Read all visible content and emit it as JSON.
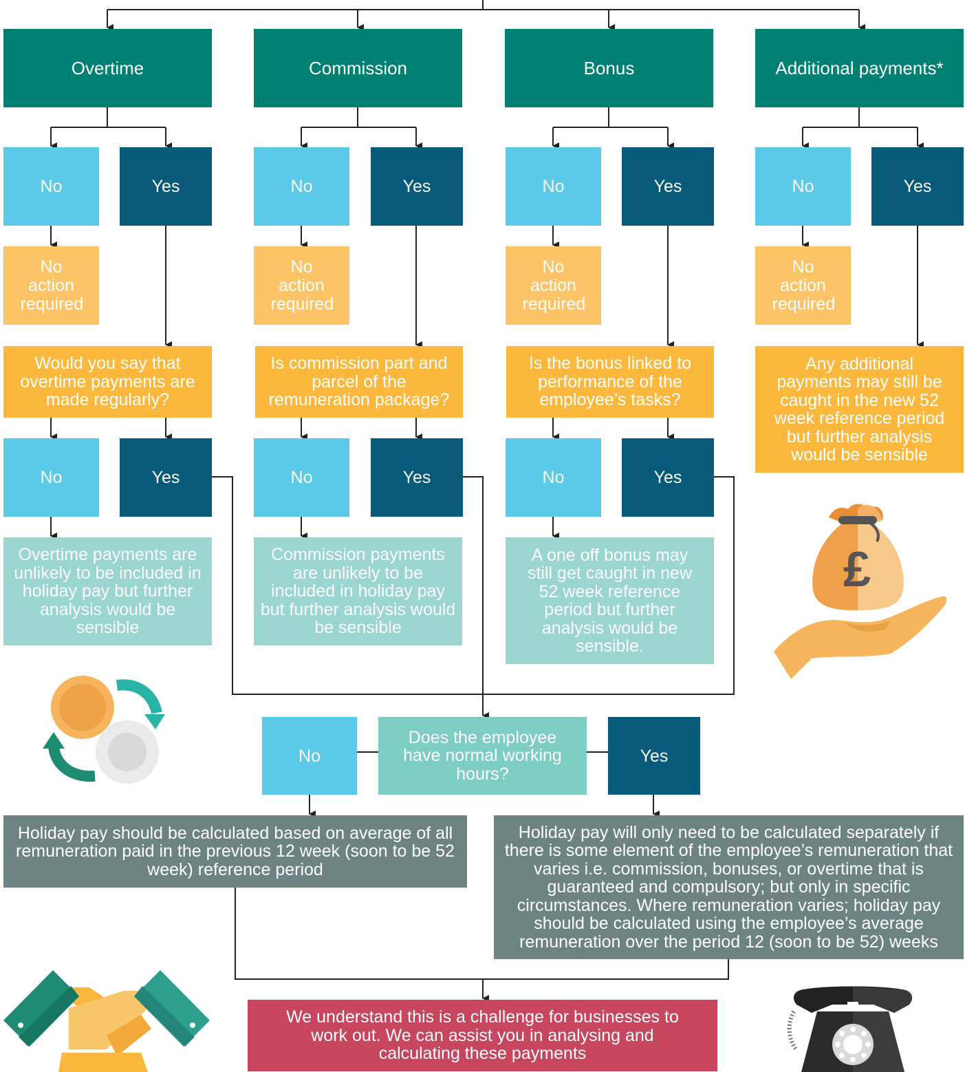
{
  "columns": [
    {
      "category": "Overtime",
      "no": "No",
      "yes": "Yes",
      "no_action": "No action required",
      "question": "Would you say that overtime payments are made regularly?",
      "q_no": "No",
      "q_yes": "Yes",
      "outcome": "Overtime payments are unlikely to be included in holiday pay but further analysis would be sensible"
    },
    {
      "category": "Commission",
      "no": "No",
      "yes": "Yes",
      "no_action": "No action required",
      "question": "Is commission part and parcel of the remuneration package?",
      "q_no": "No",
      "q_yes": "Yes",
      "outcome": "Commission payments are unlikely to be included in holiday pay but further analysis would be sensible"
    },
    {
      "category": "Bonus",
      "no": "No",
      "yes": "Yes",
      "no_action": "No action required",
      "question": "Is the bonus linked to performance of the employee’s tasks?",
      "q_no": "No",
      "q_yes": "Yes",
      "outcome": "A one off bonus may still get caught in new 52 week reference period but further analysis would be sensible."
    },
    {
      "category": "Additional payments*",
      "no": "No",
      "yes": "Yes",
      "no_action": "No action required",
      "outcome": "Any additional payments may still be caught in the new 52 week reference period but further analysis would be sensible"
    }
  ],
  "final_question": {
    "text": "Does the employee have normal working hours?",
    "no": "No",
    "yes": "Yes"
  },
  "result_no": "Holiday pay should be calculated based on average of all remuneration paid in the previous 12 week (soon to be 52 week) reference period",
  "result_yes": "Holiday pay will only need to be calculated separately if there is some element of the employee’s remuneration that varies i.e. commission, bonuses, or overtime that is guaranteed and compulsory; but only in specific circumstances. Where remuneration varies; holiday pay should be calculated using the employee’s average remuneration over the period 12 (soon to be 52) weeks",
  "closing": "We understand this is a challenge for businesses to work out. We can assist you in analysing and calculating these payments",
  "icons": {
    "money_bag_symbol": "£",
    "money": "money-bag-in-hand-icon",
    "exchange": "coin-exchange-icon",
    "handshake": "handshake-icon",
    "telephone": "rotary-telephone-icon"
  },
  "colors": {
    "category": "#008073",
    "no": "#5bc9e8",
    "yes": "#075a7a",
    "question": "#fbb83c",
    "no_action": "#fcc466",
    "outcome": "#9ad6cf",
    "result": "#6c8283",
    "closing": "#c7465e"
  }
}
